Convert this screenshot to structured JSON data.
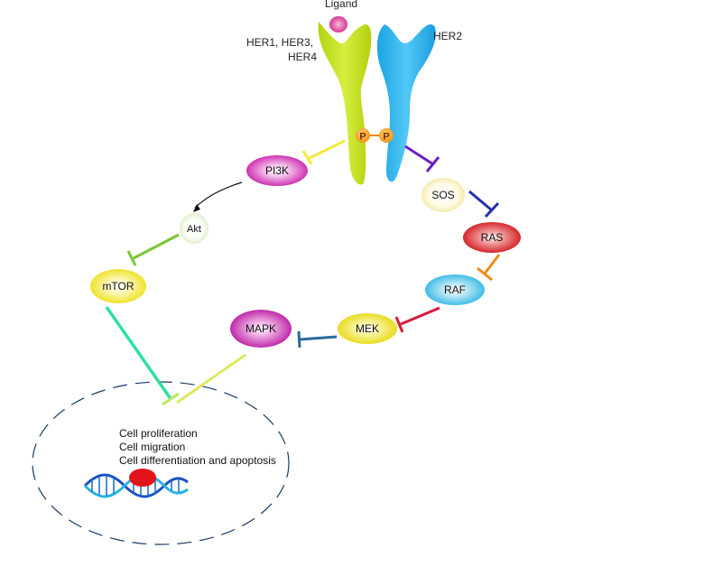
{
  "labels": {
    "ligand": "Ligand",
    "her_left": "HER1, HER3,",
    "her_left_2": "HER4",
    "her_right": "HER2",
    "phospho_1": "P",
    "phospho_2": "P"
  },
  "nodes": {
    "pi3k": "PI3K",
    "akt": "Akt",
    "mtor": "mTOR",
    "sos": "SOS",
    "ras": "RAS",
    "raf": "RAF",
    "mek": "MEK",
    "mapk": "MAPK"
  },
  "outcomes": [
    "Cell proliferation",
    "Cell migration",
    "Cell differentiation and apoptosis"
  ],
  "colors": {
    "her_left": "#c9e21a",
    "her_right": "#2bb2ee",
    "ligand": "#e0389a",
    "pi3k": "#d31fb6",
    "ras": "#d9181c",
    "raf": "#38c0e8",
    "mek": "#f0e515",
    "mapk": "#c41fb4",
    "mtor": "#f4ea1a",
    "sos": "#f4f0a0",
    "akt": "#dff0c8"
  },
  "icons": [
    "dna-icon",
    "ligand-icon"
  ]
}
